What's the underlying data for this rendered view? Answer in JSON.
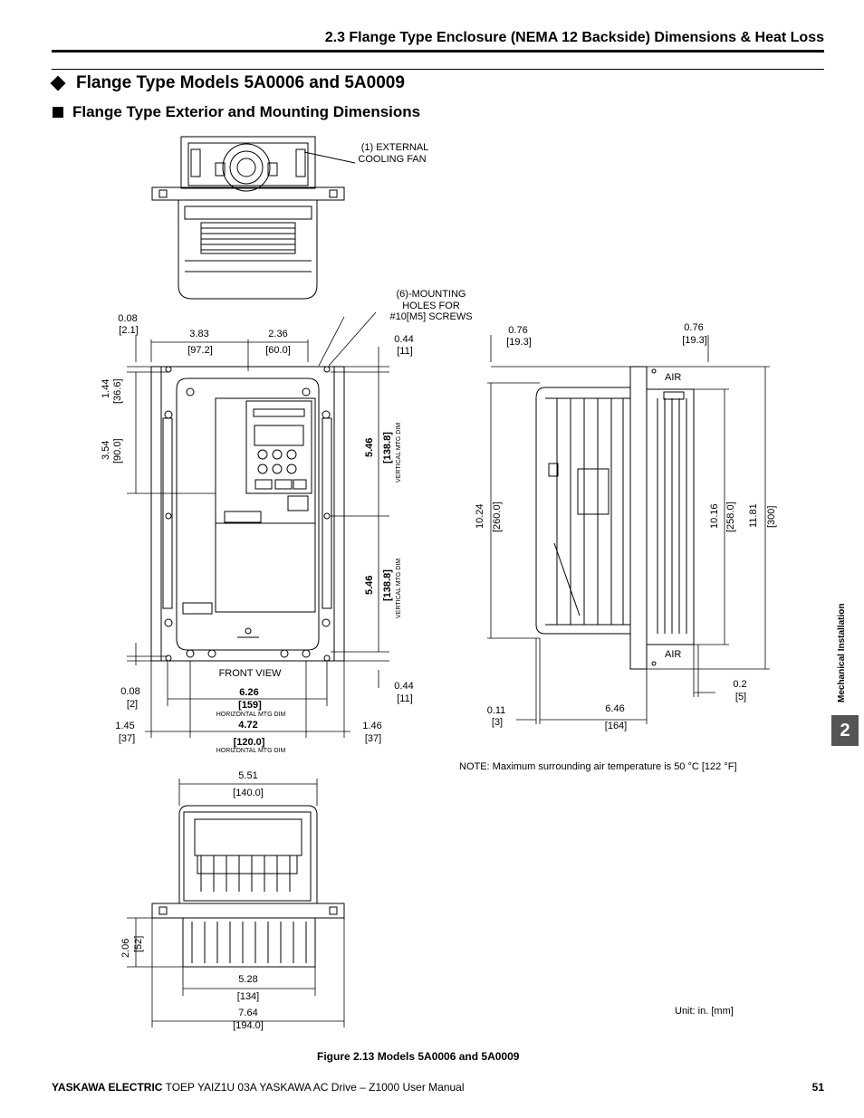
{
  "header": {
    "section_title": "2.3 Flange Type Enclosure (NEMA 12 Backside) Dimensions & Heat Loss"
  },
  "heading2": "Flange Type Models 5A0006 and 5A0009",
  "heading3": "Flange Type Exterior and Mounting Dimensions",
  "labels": {
    "fan": [
      "(1) EXTERNAL",
      "COOLING FAN"
    ],
    "mounting": [
      "(6)-MOUNTING",
      "HOLES FOR",
      "#10[M5] SCREWS"
    ],
    "front_view": "FRONT VIEW",
    "air_top": "AIR",
    "air_bottom": "AIR",
    "note": "NOTE: Maximum surrounding air temperature is 50 °C [122 °F]",
    "unit": "Unit: in. [mm]"
  },
  "dims": {
    "d008_top": "0.08",
    "d008_top_mm": "[2.1]",
    "d383": "3.83",
    "d383_mm": "[97.2]",
    "d236": "2.36",
    "d236_mm": "[60.0]",
    "d044_top": "0.44",
    "d044_top_mm": "[11]",
    "d144": "1.44",
    "d144_mm": "[36.6]",
    "d354": "3.54",
    "d354_mm": "[90.0]",
    "d546a": "5.46",
    "d546a_mm": "[138.8]",
    "d546b": "5.46",
    "d546b_mm": "[138.8]",
    "vert_mtg": "VERTICAL MTG DIM",
    "d008_bot": "0.08",
    "d008_bot_mm": "[2]",
    "d044_bot": "0.44",
    "d044_bot_mm": "[11]",
    "d626": "6.26",
    "d626_mm": "[159]",
    "horiz_mtg": "HORIZONTAL MTG DIM",
    "d472": "4.72",
    "d472_mm": "[120.0]",
    "d145": "1.45",
    "d145_mm": "[37]",
    "d146": "1.46",
    "d146_mm": "[37]",
    "d076_l": "0.76",
    "d076_l_mm": "[19.3]",
    "d076_r": "0.76",
    "d076_r_mm": "[19.3]",
    "d1024": "10.24",
    "d1024_mm": "[260.0]",
    "d1016": "10.16",
    "d1016_mm": "[258.0]",
    "d1181": "11.81",
    "d1181_mm": "[300]",
    "d02": "0.2",
    "d02_mm": "[5]",
    "d011": "0.11",
    "d011_mm": "[3]",
    "d646": "6.46",
    "d646_mm": "[164]",
    "d551": "5.51",
    "d551_mm": "[140.0]",
    "d206": "2.06",
    "d206_mm": "[52]",
    "d528": "5.28",
    "d528_mm": "[134]",
    "d764": "7.64",
    "d764_mm": "[194.0]"
  },
  "side_tab": "Mechanical Installation",
  "chapter_number": "2",
  "figure_caption": "Figure 2.13  Models 5A0006 and 5A0009",
  "footer": {
    "brand": "YASKAWA ELECTRIC",
    "doc": " TOEP YAIZ1U 03A YASKAWA AC Drive – Z1000 User Manual",
    "page": "51"
  }
}
